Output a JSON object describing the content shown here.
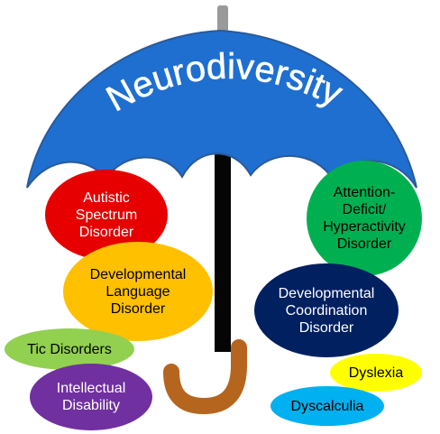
{
  "title": "Neurodiversity",
  "colors": {
    "canopy": "#1e6fd0",
    "canopy_stroke": "#2a5a9a",
    "handle": "#050505",
    "hook": "#b5651d",
    "tip": "#9a9a9a"
  },
  "conditions": [
    {
      "label": "Autistic\nSpectrum\nDisorder",
      "color": "#e60000",
      "text_color": "#ffffff"
    },
    {
      "label": "Attention-\nDeficit/\nHyperactivity\nDisorder",
      "color": "#00b050",
      "text_color": "#000000"
    },
    {
      "label": "Developmental\nLanguage\nDisorder",
      "color": "#ffc000",
      "text_color": "#000000"
    },
    {
      "label": "Developmental\nCoordination\nDisorder",
      "color": "#002060",
      "text_color": "#ffffff"
    },
    {
      "label": "Tic Disorders",
      "color": "#92d050",
      "text_color": "#000000"
    },
    {
      "label": "Intellectual\nDisability",
      "color": "#7030a0",
      "text_color": "#ffffff"
    },
    {
      "label": "Dyslexia",
      "color": "#ffff00",
      "text_color": "#000000"
    },
    {
      "label": "Dyscalculia",
      "color": "#00b0f0",
      "text_color": "#000000"
    }
  ]
}
